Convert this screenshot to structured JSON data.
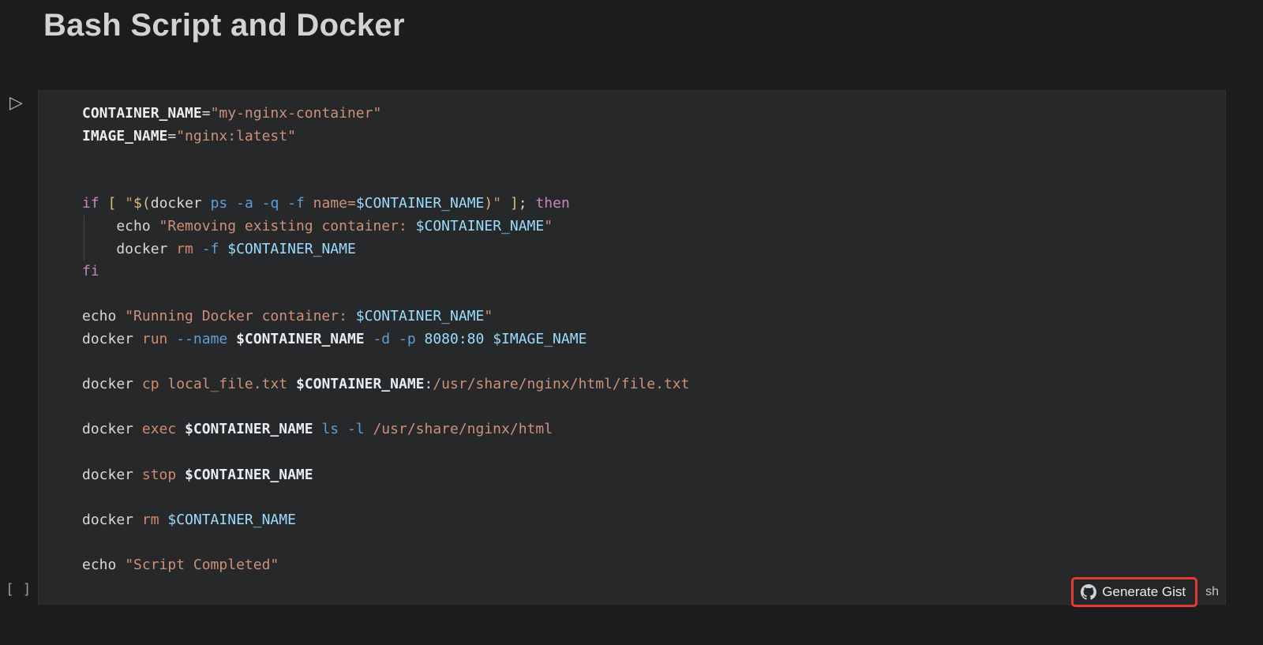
{
  "page": {
    "title": "Bash Script and Docker",
    "background": "#1a1c1e"
  },
  "gutter": {
    "run_icon": "▷",
    "selection_icon": "[ ]"
  },
  "code_block": {
    "background": "#26282a",
    "language_label": "sh",
    "generate_gist": {
      "label": "Generate Gist",
      "icon": "github-octocat-icon",
      "highlight_color": "#e23b2f"
    },
    "colors": {
      "plain": "#d8d8d8",
      "decl": "#ededed",
      "str": "#cd9178",
      "kw": "#c586c0",
      "brk": "#dcbd7d",
      "flag": "#5f9fd6",
      "var": "#9cdcfe",
      "varb": "#e8edf2",
      "sub": "#d18a6d"
    },
    "lines": [
      [
        {
          "t": "CONTAINER_NAME",
          "c": "decl",
          "b": 1
        },
        {
          "t": "=",
          "c": "plain"
        },
        {
          "t": "\"my-nginx-container\"",
          "c": "str"
        }
      ],
      [
        {
          "t": "IMAGE_NAME",
          "c": "decl",
          "b": 1
        },
        {
          "t": "=",
          "c": "plain"
        },
        {
          "t": "\"nginx:latest\"",
          "c": "str"
        }
      ],
      [],
      [],
      [
        {
          "t": "if ",
          "c": "kw"
        },
        {
          "t": "[ ",
          "c": "brk"
        },
        {
          "t": "\"",
          "c": "str"
        },
        {
          "t": "$(",
          "c": "brk"
        },
        {
          "t": "docker ",
          "c": "plain"
        },
        {
          "t": "ps ",
          "c": "flag"
        },
        {
          "t": "-a -q -f ",
          "c": "flag"
        },
        {
          "t": "name=",
          "c": "str"
        },
        {
          "t": "$CONTAINER_NAME",
          "c": "var"
        },
        {
          "t": ")",
          "c": "brk"
        },
        {
          "t": "\" ",
          "c": "str"
        },
        {
          "t": "]",
          "c": "brk"
        },
        {
          "t": "; ",
          "c": "plain"
        },
        {
          "t": "then",
          "c": "kw"
        }
      ],
      [
        {
          "t": "    echo ",
          "c": "plain"
        },
        {
          "t": "\"Removing existing container: ",
          "c": "str"
        },
        {
          "t": "$CONTAINER_NAME",
          "c": "var"
        },
        {
          "t": "\"",
          "c": "str"
        }
      ],
      [
        {
          "t": "    docker ",
          "c": "plain"
        },
        {
          "t": "rm ",
          "c": "sub"
        },
        {
          "t": "-f ",
          "c": "flag"
        },
        {
          "t": "$CONTAINER_NAME",
          "c": "var"
        }
      ],
      [
        {
          "t": "fi",
          "c": "kw"
        }
      ],
      [],
      [
        {
          "t": "echo ",
          "c": "plain"
        },
        {
          "t": "\"Running Docker container: ",
          "c": "str"
        },
        {
          "t": "$CONTAINER_NAME",
          "c": "var"
        },
        {
          "t": "\"",
          "c": "str"
        }
      ],
      [
        {
          "t": "docker ",
          "c": "plain"
        },
        {
          "t": "run ",
          "c": "sub"
        },
        {
          "t": "--name ",
          "c": "flag"
        },
        {
          "t": "$CONTAINER_NAME ",
          "c": "varb",
          "b": 1
        },
        {
          "t": "-d -p ",
          "c": "flag"
        },
        {
          "t": "8080:80 ",
          "c": "var"
        },
        {
          "t": "$IMAGE_NAME",
          "c": "var"
        }
      ],
      [],
      [
        {
          "t": "docker ",
          "c": "plain"
        },
        {
          "t": "cp ",
          "c": "sub"
        },
        {
          "t": "local_file.txt ",
          "c": "str"
        },
        {
          "t": "$CONTAINER_NAME",
          "c": "varb",
          "b": 1
        },
        {
          "t": ":",
          "c": "plain"
        },
        {
          "t": "/usr/share/nginx/html/file.txt",
          "c": "str"
        }
      ],
      [],
      [
        {
          "t": "docker ",
          "c": "plain"
        },
        {
          "t": "exec ",
          "c": "sub"
        },
        {
          "t": "$CONTAINER_NAME ",
          "c": "varb",
          "b": 1
        },
        {
          "t": "ls -l ",
          "c": "flag"
        },
        {
          "t": "/usr/share/nginx/html",
          "c": "str"
        }
      ],
      [],
      [
        {
          "t": "docker ",
          "c": "plain"
        },
        {
          "t": "stop ",
          "c": "sub"
        },
        {
          "t": "$CONTAINER_NAME",
          "c": "varb",
          "b": 1
        }
      ],
      [],
      [
        {
          "t": "docker ",
          "c": "plain"
        },
        {
          "t": "rm ",
          "c": "sub"
        },
        {
          "t": "$CONTAINER_NAME",
          "c": "var"
        }
      ],
      [],
      [
        {
          "t": "echo ",
          "c": "plain"
        },
        {
          "t": "\"Script Completed\"",
          "c": "str"
        }
      ]
    ]
  }
}
